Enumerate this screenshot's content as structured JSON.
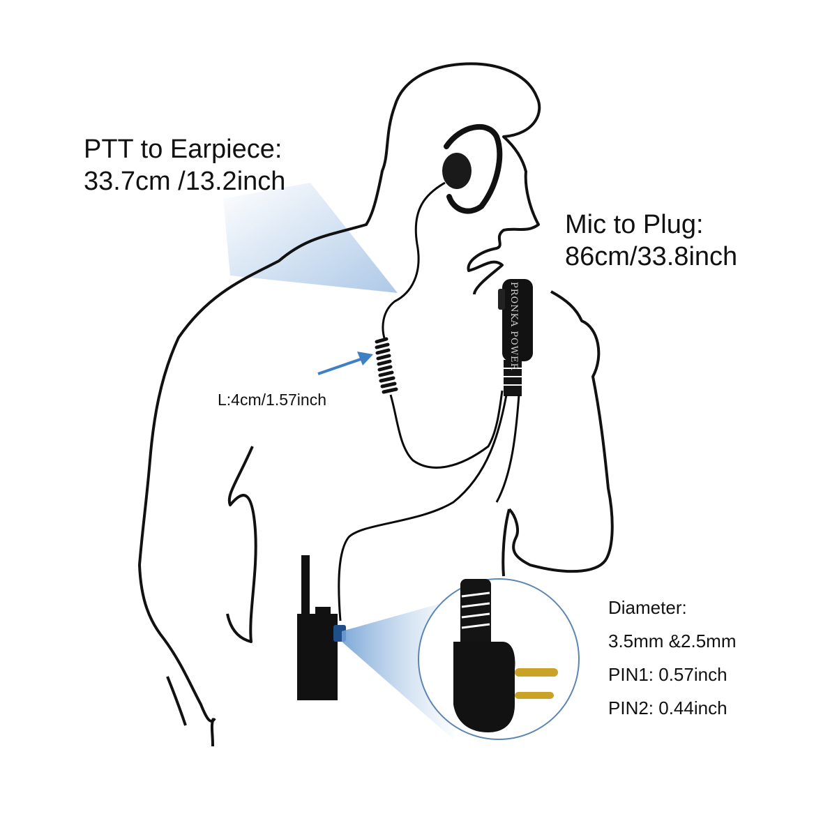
{
  "labels": {
    "ptt_title": "PTT to Earpiece:",
    "ptt_value": "33.7cm /13.2inch",
    "mic_title": "Mic to Plug:",
    "mic_value": "86cm/33.8inch",
    "coil_length": "L:4cm/1.57inch"
  },
  "specs": {
    "title": "Diameter:",
    "diameter": "3.5mm &2.5mm",
    "pin1": "PIN1: 0.57inch",
    "pin2": "PIN2: 0.44inch"
  },
  "brand": "PRONKA POWER",
  "colors": {
    "outline": "#111111",
    "cable": "#0a0a0a",
    "highlight": "#a9c6e6",
    "arrow": "#3f7fc4",
    "circle_border": "#5b86b4",
    "gold_pin": "#c9a227"
  }
}
